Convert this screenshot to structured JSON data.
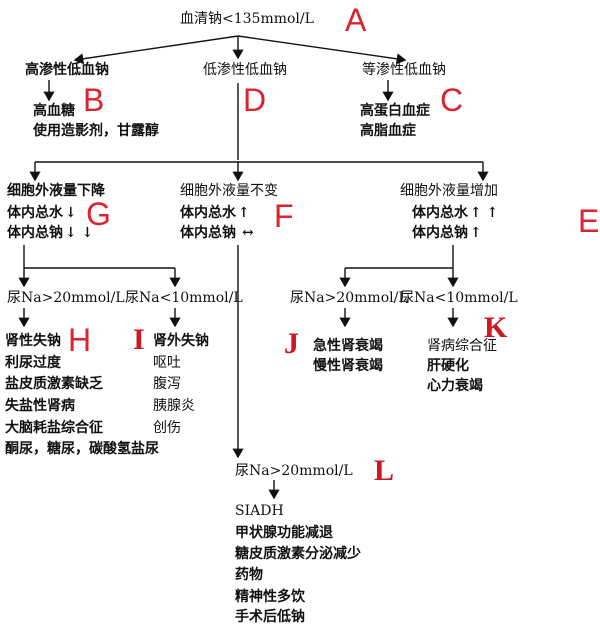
{
  "root": {
    "text": "血清钠<135mmol/L",
    "label": "A"
  },
  "level1": [
    {
      "title": "高渗性低血钠",
      "label": "B",
      "items": [
        "高血糖",
        "使用造影剂，甘露醇"
      ]
    },
    {
      "title": "低渗性低血钠",
      "label": "D"
    },
    {
      "title": "等渗性低血钠",
      "label": "C",
      "items": [
        "高蛋白血症",
        "高脂血症"
      ]
    }
  ],
  "level2": [
    {
      "title": "细胞外液量下降",
      "water": "体内总水",
      "water_arrows": "↓",
      "sodium": "体内总钠",
      "sodium_arrows": "↓ ↓",
      "label": "G"
    },
    {
      "title": "细胞外液量不变",
      "water": "体内总水",
      "water_arrows": "↑",
      "sodium": "体内总钠",
      "sodium_arrows": "↔",
      "label": "F"
    },
    {
      "title": "细胞外液量增加",
      "water": "体内总水",
      "water_arrows": "↑ ↑",
      "sodium": "体内总钠",
      "sodium_arrows": "↑",
      "label": "E"
    }
  ],
  "level3": {
    "left_high": {
      "criterion": "尿Na>20mmol/L",
      "label": "H",
      "items": [
        "肾性失钠",
        "利尿过度",
        "盐皮质激素缺乏",
        "失盐性肾病",
        "大脑耗盐综合征",
        "酮尿，糖尿，碳酸氢盐尿"
      ]
    },
    "left_low": {
      "criterion": "尿Na<10mmol/L",
      "label": "I",
      "items": [
        "肾外失钠",
        "呕吐",
        "腹泻",
        "胰腺炎",
        "创伤"
      ]
    },
    "right_high": {
      "criterion": "尿Na>20mmol/L",
      "label": "J",
      "items": [
        "急性肾衰竭",
        "慢性肾衰竭"
      ]
    },
    "right_low": {
      "criterion": "尿Na<10mmol/L",
      "label": "K",
      "items": [
        "肾病综合征",
        "肝硬化",
        "心力衰竭"
      ]
    },
    "middle": {
      "criterion": "尿Na>20mmol/L",
      "label": "L",
      "items": [
        "SIADH",
        "甲状腺功能减退",
        "糖皮质激素分泌减少",
        "药物",
        "精神性多饮",
        "手术后低钠"
      ]
    }
  },
  "colors": {
    "label": "#e0202a",
    "line": "#111111"
  }
}
